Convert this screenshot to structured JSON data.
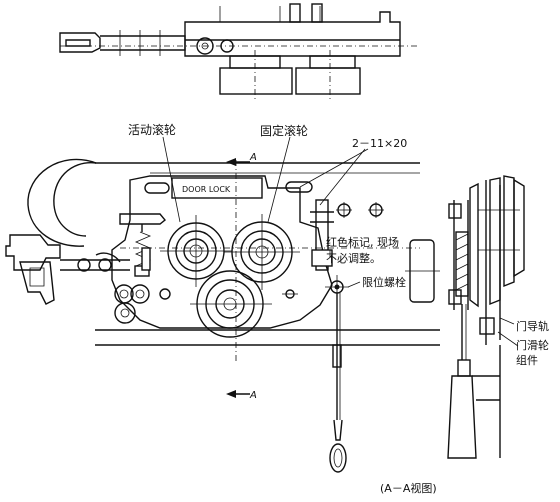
{
  "labels": {
    "active_roller": "活动滚轮",
    "fixed_roller": "固定滚轮",
    "bolt_spec": "2－11×20",
    "door_lock": "DOOR LOCK",
    "red_mark_line1": "红色标记, 现场",
    "red_mark_line2": "不必调整。",
    "limit_bolt": "限位螺栓",
    "door_rail": "门导轨",
    "door_pulley_line1": "门滑轮",
    "door_pulley_line2": "组件",
    "section_arrow_top": "A",
    "section_arrow_bottom": "A",
    "view_caption": "(A－A视图)"
  }
}
